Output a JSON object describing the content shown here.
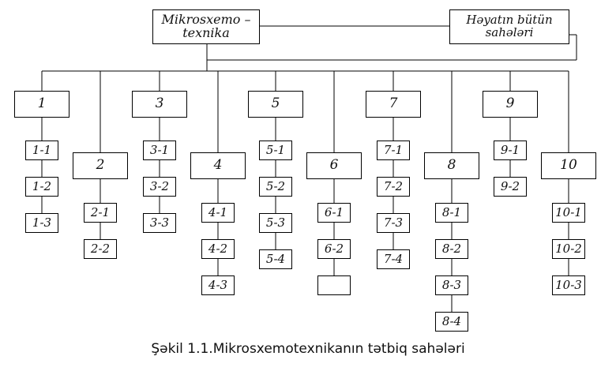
{
  "root": {
    "line1": "Mikrosxemo –",
    "line2": "texnika"
  },
  "side": {
    "line1": "Həyatın bütün",
    "line2": "sahələri"
  },
  "columns": [
    {
      "label": "1",
      "subs": [
        "1-1",
        "1-2",
        "1-3"
      ]
    },
    {
      "label": "2",
      "subs": [
        "2-1",
        "2-2"
      ]
    },
    {
      "label": "3",
      "subs": [
        "3-1",
        "3-2",
        "3-3"
      ]
    },
    {
      "label": "4",
      "subs": [
        "4-1",
        "4-2",
        "4-3"
      ]
    },
    {
      "label": "5",
      "subs": [
        "5-1",
        "5-2",
        "5-3",
        "5-4"
      ]
    },
    {
      "label": "6",
      "subs": [
        "6-1",
        "6-2",
        ""
      ]
    },
    {
      "label": "7",
      "subs": [
        "7-1",
        "7-2",
        "7-3",
        "7-4"
      ]
    },
    {
      "label": "8",
      "subs": [
        "8-1",
        "8-2",
        "8-3",
        "8-4"
      ]
    },
    {
      "label": "9",
      "subs": [
        "9-1",
        "9-2"
      ]
    },
    {
      "label": "10",
      "subs": [
        "10-1",
        "10-2",
        "10-3"
      ]
    }
  ],
  "caption": "Şəkil 1.1.Mikrosxemotexnikanın  tətbiq sahələri"
}
